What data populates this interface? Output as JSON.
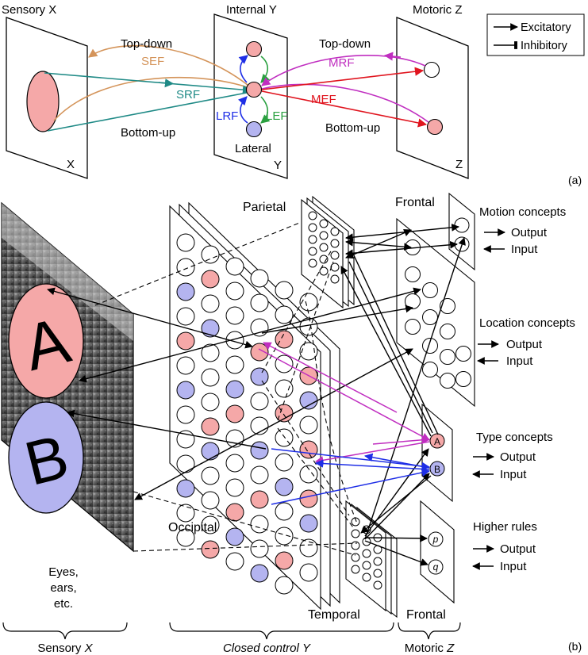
{
  "panel_a": {
    "sensory_title": "Sensory X",
    "internal_title": "Internal Y",
    "motoric_title": "Motoric Z",
    "x_label": "X",
    "y_label": "Y",
    "z_label": "Z",
    "top_down_left": "Top-down",
    "top_down_right": "Top-down",
    "bottom_up_left": "Bottom-up",
    "bottom_up_right": "Bottom-up",
    "sef": "SEF",
    "srf": "SRF",
    "mrf": "MRF",
    "mef": "MEF",
    "lrf": "LRF",
    "lef": "LEF",
    "lateral": "Lateral",
    "legend_excitatory": "Excitatory",
    "legend_inhibitory": "Inhibitory",
    "tag": "(a)",
    "colors": {
      "sef": "#d4945a",
      "srf": "#1f8a86",
      "mrf": "#c02ec0",
      "mef": "#e0141e",
      "lrf": "#1e2ee6",
      "lef": "#2aa040",
      "pink": "#f5a8a8",
      "blue": "#b4b4f0"
    }
  },
  "panel_b": {
    "parietal": "Parietal",
    "frontal_top": "Frontal",
    "occipital": "Occipital",
    "temporal": "Temporal",
    "frontal_bottom": "Frontal",
    "letter_a": "A",
    "letter_b": "B",
    "eyes_line1": "Eyes,",
    "eyes_line2": "ears,",
    "eyes_line3": "etc.",
    "motion_concepts": "Motion concepts",
    "location_concepts": "Location concepts",
    "type_concepts": "Type concepts",
    "higher_rules": "Higher rules",
    "output": "Output",
    "input": "Input",
    "node_a": "A",
    "node_b": "B",
    "node_p": "p",
    "node_q": "q",
    "brace_sensory_word": "Sensory",
    "brace_sensory_var": "X",
    "brace_closed_word": "Closed control",
    "brace_closed_var": "Y",
    "brace_motoric_word": "Motoric",
    "brace_motoric_var": "Z",
    "tag": "(b)"
  }
}
